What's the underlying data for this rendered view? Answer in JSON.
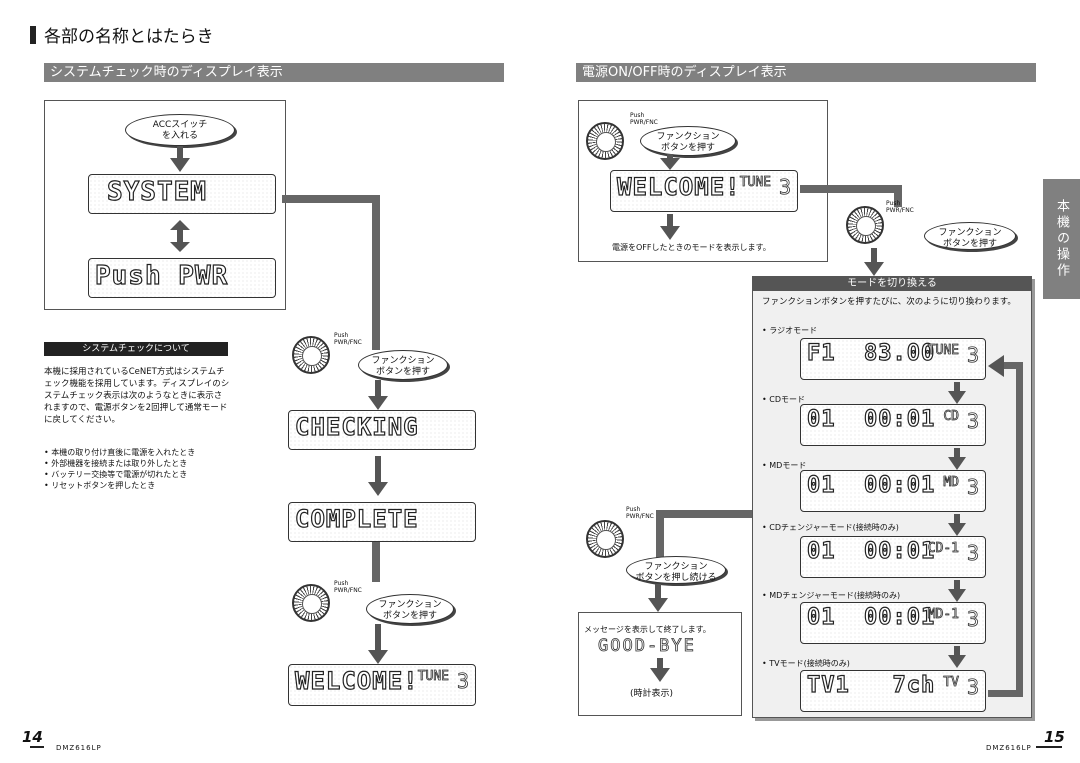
{
  "page_title": "各部の名称とはたらき",
  "sections": {
    "left_header": "システムチェック時のディスプレイ表示",
    "right_header": "電源ON/OFF時のディスプレイ表示"
  },
  "left": {
    "acc_bubble": [
      "ACCスイッチ",
      "を入れる"
    ],
    "lcd_system": "SYSTEM",
    "lcd_pushpwr": "Push PWR",
    "lcd_checking": "CHECKING",
    "lcd_complete": "COMPLETE",
    "lcd_welcome": "WELCOME!",
    "lcd_welcome_sub": "TUNE",
    "push_label": [
      "Push",
      "PWR/FNC"
    ],
    "func_bubble_1": [
      "ファンクション",
      "ボタンを押す"
    ],
    "func_bubble_2": [
      "ファンクション",
      "ボタンを押す"
    ],
    "about_title": "システムチェックについて",
    "about_text": "本機に採用されているCeNET方式はシステムチェック機能を採用しています。ディスプレイのシステムチェック表示は次のようなときに表示されますので、電源ボタンを2回押して通常モードに戻してください。",
    "about_bullets": [
      "本機の取り付け直後に電源を入れたとき",
      "外部機器を接続または取り外したとき",
      "バッテリー交換等で電源が切れたとき",
      "リセットボタンを押したとき"
    ]
  },
  "right": {
    "func_bubble_top": [
      "ファンクション",
      "ボタンを押す"
    ],
    "lcd_welcome": "WELCOME!",
    "lcd_welcome_sub": "TUNE",
    "off_caption": "電源をOFFしたときのモードを表示します。",
    "func_bubble_right": [
      "ファンクション",
      "ボタンを押す"
    ],
    "mode_title": "モードを切り換える",
    "mode_text": "ファンクションボタンを押すたびに、次のように切り換わります。",
    "modes": [
      {
        "label": "ラジオモード",
        "main": "F1  83.00",
        "sub": "TUNE"
      },
      {
        "label": "CDモード",
        "main": "01  00:01",
        "sub": "CD"
      },
      {
        "label": "MDモード",
        "main": "01  00:01",
        "sub": "MD"
      },
      {
        "label": "CDチェンジャーモード(接続時のみ)",
        "main": "01  00:01",
        "sub": "CD-1"
      },
      {
        "label": "MDチェンジャーモード(接続時のみ)",
        "main": "01  00:01",
        "sub": "MD-1"
      },
      {
        "label": "TVモード(接続時のみ)",
        "main": "TV1   7ch",
        "sub": "TV"
      }
    ],
    "func_bubble_hold": [
      "ファンクション",
      "ボタンを押し続ける"
    ],
    "end_caption": "メッセージを表示して終了します。",
    "goodbye": "GOOD-BYE",
    "clock_caption": "(時計表示)"
  },
  "side_tab": "本機の操作",
  "footer": {
    "left_page": "14",
    "right_page": "15",
    "model": "DMZ616LP"
  }
}
